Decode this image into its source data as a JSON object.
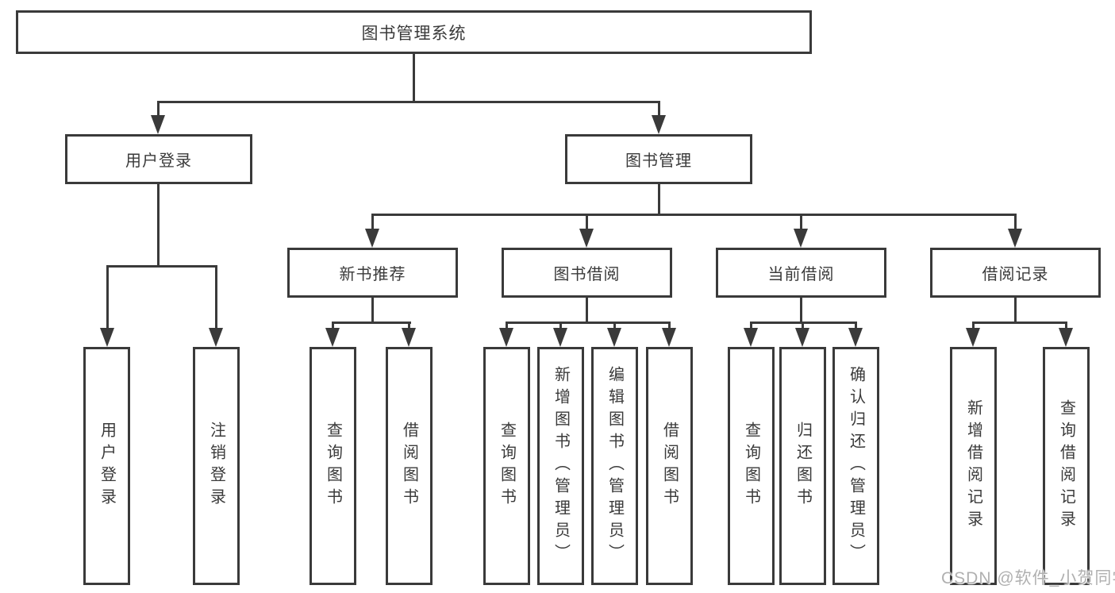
{
  "tree": {
    "label": "图书管理系统",
    "children": [
      {
        "label": "用户登录",
        "children": [
          {
            "label": "用户登录"
          },
          {
            "label": "注销登录"
          }
        ]
      },
      {
        "label": "图书管理",
        "children": [
          {
            "label": "新书推荐",
            "children": [
              {
                "label": "查询图书"
              },
              {
                "label": "借阅图书"
              }
            ]
          },
          {
            "label": "图书借阅",
            "children": [
              {
                "label": "查询图书"
              },
              {
                "label": "新增图书（管理员）"
              },
              {
                "label": "编辑图书（管理员）"
              },
              {
                "label": "借阅图书"
              }
            ]
          },
          {
            "label": "当前借阅",
            "children": [
              {
                "label": "查询图书"
              },
              {
                "label": "归还图书"
              },
              {
                "label": "确认归还（管理员）"
              }
            ]
          },
          {
            "label": "借阅记录",
            "children": [
              {
                "label": "新增借阅记录"
              },
              {
                "label": "查询借阅记录"
              }
            ]
          }
        ]
      }
    ]
  },
  "watermark": {
    "text": "CSDN @软件_小贺同学"
  },
  "colors": {
    "line": "#3a3a3a",
    "box_border": "#3a3a3a",
    "text": "#3a3a3a",
    "watermark": "#b0b0b0",
    "background": "#ffffff"
  }
}
